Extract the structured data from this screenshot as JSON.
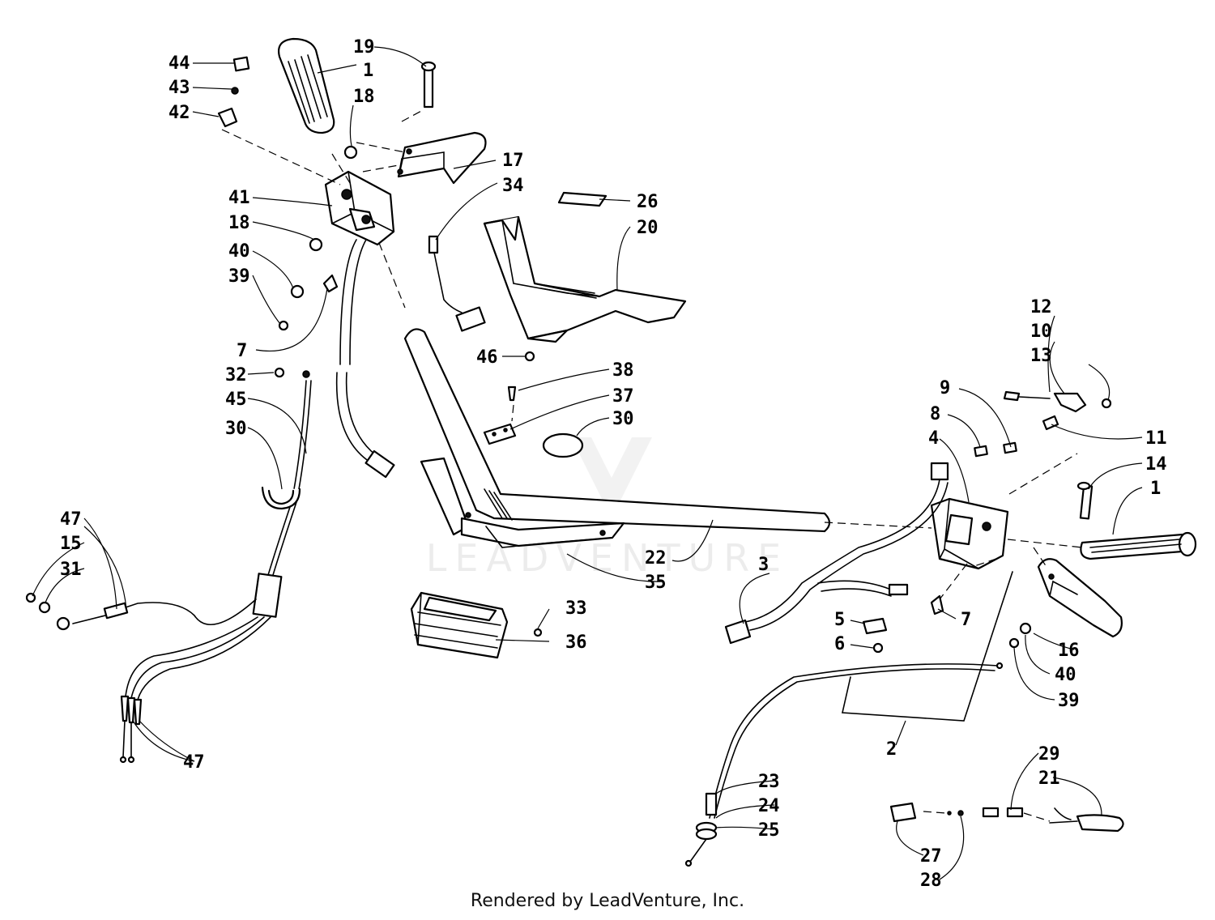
{
  "diagram": {
    "footer": "Rendered by LeadVenture, Inc.",
    "watermark": "LEADVENTURE",
    "callouts": {
      "c44": "44",
      "c43": "43",
      "c42": "42",
      "c19": "19",
      "c1a": "1",
      "c18a": "18",
      "c17": "17",
      "c34": "34",
      "c41": "41",
      "c18b": "18",
      "c40a": "40",
      "c39a": "39",
      "c26": "26",
      "c20": "20",
      "c7a": "7",
      "c46": "46",
      "c32": "32",
      "c45": "45",
      "c30a": "30",
      "c38": "38",
      "c37": "37",
      "c30b": "30",
      "c47a": "47",
      "c15": "15",
      "c31": "31",
      "c12": "12",
      "c10": "10",
      "c13": "13",
      "c9": "9",
      "c8": "8",
      "c4": "4",
      "c11": "11",
      "c14": "14",
      "c1b": "1",
      "c22": "22",
      "c35": "35",
      "c3": "3",
      "c33": "33",
      "c36": "36",
      "c5": "5",
      "c6": "6",
      "c7b": "7",
      "c16": "16",
      "c40b": "40",
      "c39b": "39",
      "c2": "2",
      "c47b": "47",
      "c23": "23",
      "c24": "24",
      "c25": "25",
      "c29": "29",
      "c21": "21",
      "c27": "27",
      "c28": "28"
    }
  }
}
